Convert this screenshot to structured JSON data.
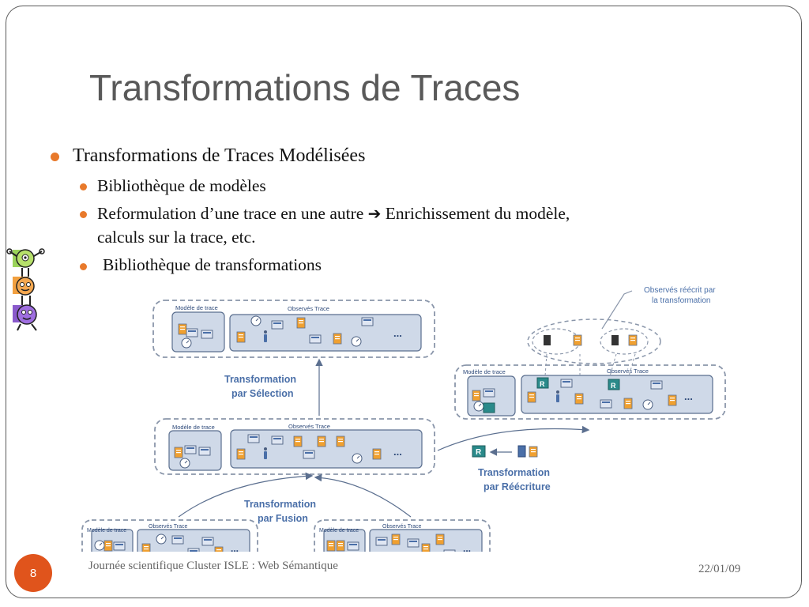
{
  "title": "Transformations de Traces",
  "bullets": {
    "level1": "Transformations de Traces Modélisées",
    "items": [
      {
        "text": "Bibliothèque de modèles"
      },
      {
        "text_before_arrow": "Reformulation d’une trace en une autre",
        "arrow_icon": "arrow-right-icon",
        "text_after_arrow": "Enrichissement du modèle,",
        "text_line2": "calculs sur la trace, etc."
      },
      {
        "text": "Bibliothèque de transformations"
      }
    ]
  },
  "diagram": {
    "labels": {
      "modele_trace": "Modèle de trace",
      "observes_trace": "Observés Trace",
      "ellipsis": "...",
      "rewritten_line1": "Observés réécrit par",
      "rewritten_line2": "la transformation",
      "selection_line1": "Transformation",
      "selection_line2": "par Sélection",
      "fusion_line1": "Transformation",
      "fusion_line2": "par Fusion",
      "rewrite_line1": "Transformation",
      "rewrite_line2": "par Réécriture",
      "rewritten_marker": "R"
    },
    "colors": {
      "box_fill": "#cfd9e8",
      "box_stroke": "#5b6f8f",
      "dash_stroke": "#8a96aa",
      "text_blue": "#2e4a7a",
      "label_blue": "#4a6fa8",
      "icon_orange": "#f0a030",
      "icon_teal": "#2a8a8a"
    }
  },
  "footer": {
    "page_number": "8",
    "text": "Journée scientifique Cluster ISLE : Web Sémantique",
    "date": "22/01/09"
  }
}
